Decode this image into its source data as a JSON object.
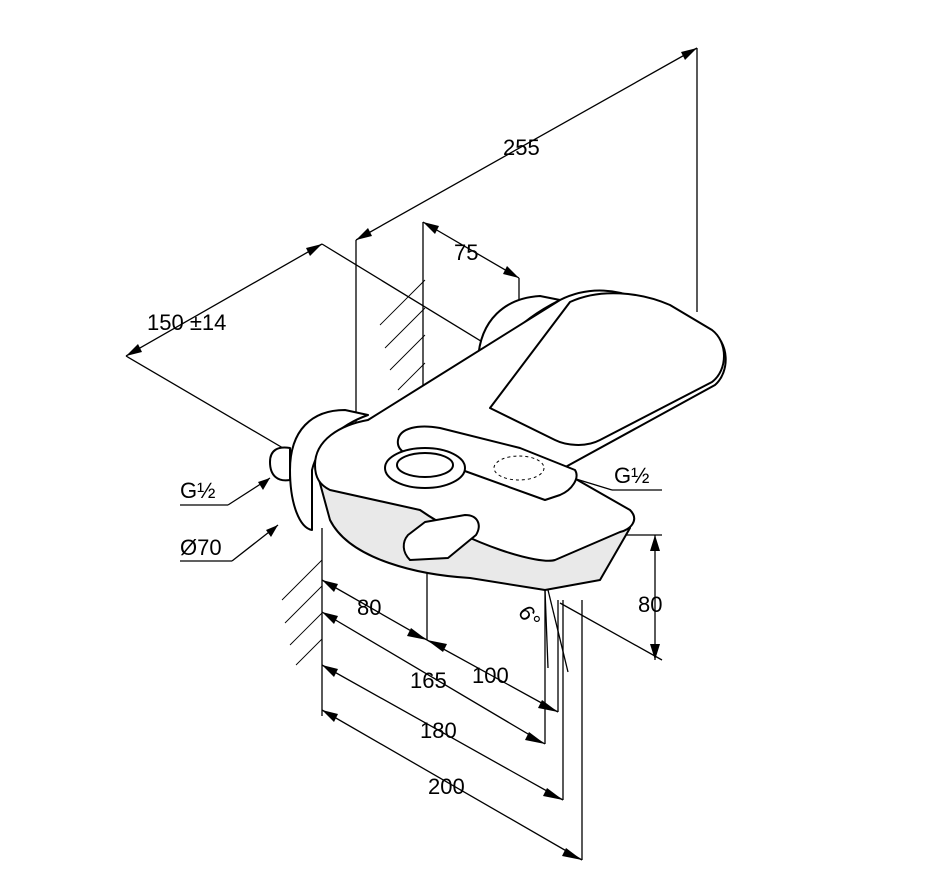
{
  "dimensions": {
    "overall_depth": "255",
    "spacing_75": "75",
    "wall_distance": "150 ±14",
    "inlet_thread_left": "G½",
    "outlet_thread": "G½",
    "escutcheon_diameter": "Ø70",
    "d80_horizontal": "80",
    "d165": "165",
    "d100": "100",
    "d180": "180",
    "d200": "200",
    "height_80": "80",
    "angle": "6°"
  },
  "colors": {
    "line": "#000000",
    "background": "#ffffff",
    "shade": "#e9e9e9"
  }
}
